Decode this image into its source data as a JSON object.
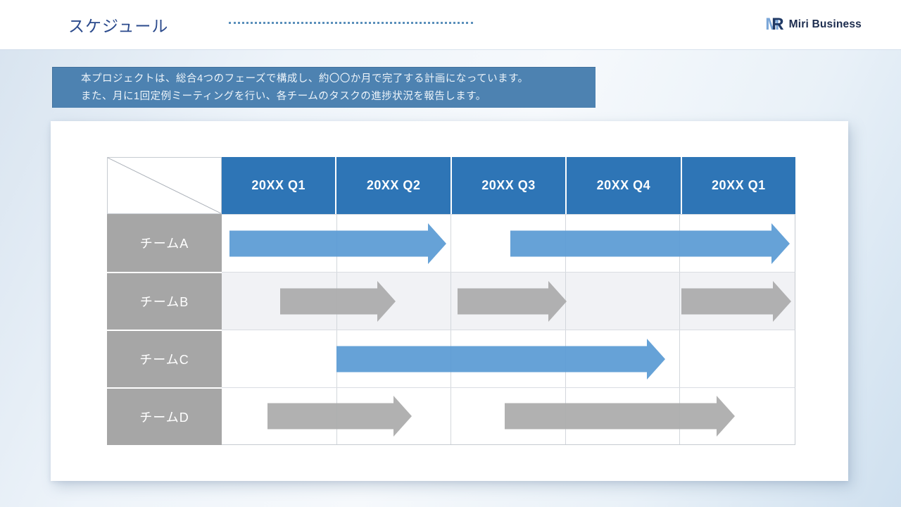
{
  "header": {
    "title": "スケジュール",
    "logo": {
      "mark_m": "M",
      "mark_r": "R",
      "text": "Miri Business"
    }
  },
  "intro": {
    "line1": "本プロジェクトは、総合4つのフェーズで構成し、約〇〇か月で完了する計画になっています。",
    "line2": "また、月に1回定例ミーティングを行い、各チームのタスクの進捗状況を報告します。"
  },
  "colors": {
    "title_blue": "#2B4A8C",
    "dots_blue": "#3E7CB0",
    "intro_bg": "#4D82B1",
    "header_cell_blue": "#2E75B6",
    "label_gray": "#A6A6A6",
    "bar_blue": "#5B9BD5",
    "bar_gray": "#ACACAC",
    "row_alt_bg": "#F1F2F5",
    "logo_navy": "#1C2C4E",
    "logo_m_blue": "#7AA6D8",
    "logo_r_navy": "#203A66"
  },
  "chart_data": {
    "type": "table",
    "subtype": "gantt-schedule",
    "title": "スケジュール",
    "columns": [
      "20XX Q1",
      "20XX Q2",
      "20XX Q3",
      "20XX Q4",
      "20XX Q1"
    ],
    "axis_note": "quarter units: 0 = start of first 20XX Q1 column, 5 = end of last 20XX Q1 column",
    "rows": [
      {
        "label": "チームA",
        "bars": [
          {
            "color": "blue",
            "start_q": 0.07,
            "end_q": 1.96,
            "start_pct": 1.4,
            "end_pct": 39.2
          },
          {
            "color": "blue",
            "start_q": 2.52,
            "end_q": 4.96,
            "start_pct": 50.4,
            "end_pct": 99.2
          }
        ]
      },
      {
        "label": "チームB",
        "bars": [
          {
            "color": "gray",
            "start_q": 0.51,
            "end_q": 1.52,
            "start_pct": 10.2,
            "end_pct": 30.4
          },
          {
            "color": "gray",
            "start_q": 2.06,
            "end_q": 3.01,
            "start_pct": 41.2,
            "end_pct": 60.2
          },
          {
            "color": "gray",
            "start_q": 4.01,
            "end_q": 4.97,
            "start_pct": 80.2,
            "end_pct": 99.4
          }
        ]
      },
      {
        "label": "チームC",
        "bars": [
          {
            "color": "blue",
            "start_q": 1.0,
            "end_q": 3.87,
            "start_pct": 20.0,
            "end_pct": 77.4
          }
        ]
      },
      {
        "label": "チームD",
        "bars": [
          {
            "color": "gray",
            "start_q": 0.4,
            "end_q": 1.66,
            "start_pct": 8.0,
            "end_pct": 33.2
          },
          {
            "color": "gray",
            "start_q": 2.47,
            "end_q": 4.48,
            "start_pct": 49.4,
            "end_pct": 89.6
          }
        ]
      }
    ]
  }
}
